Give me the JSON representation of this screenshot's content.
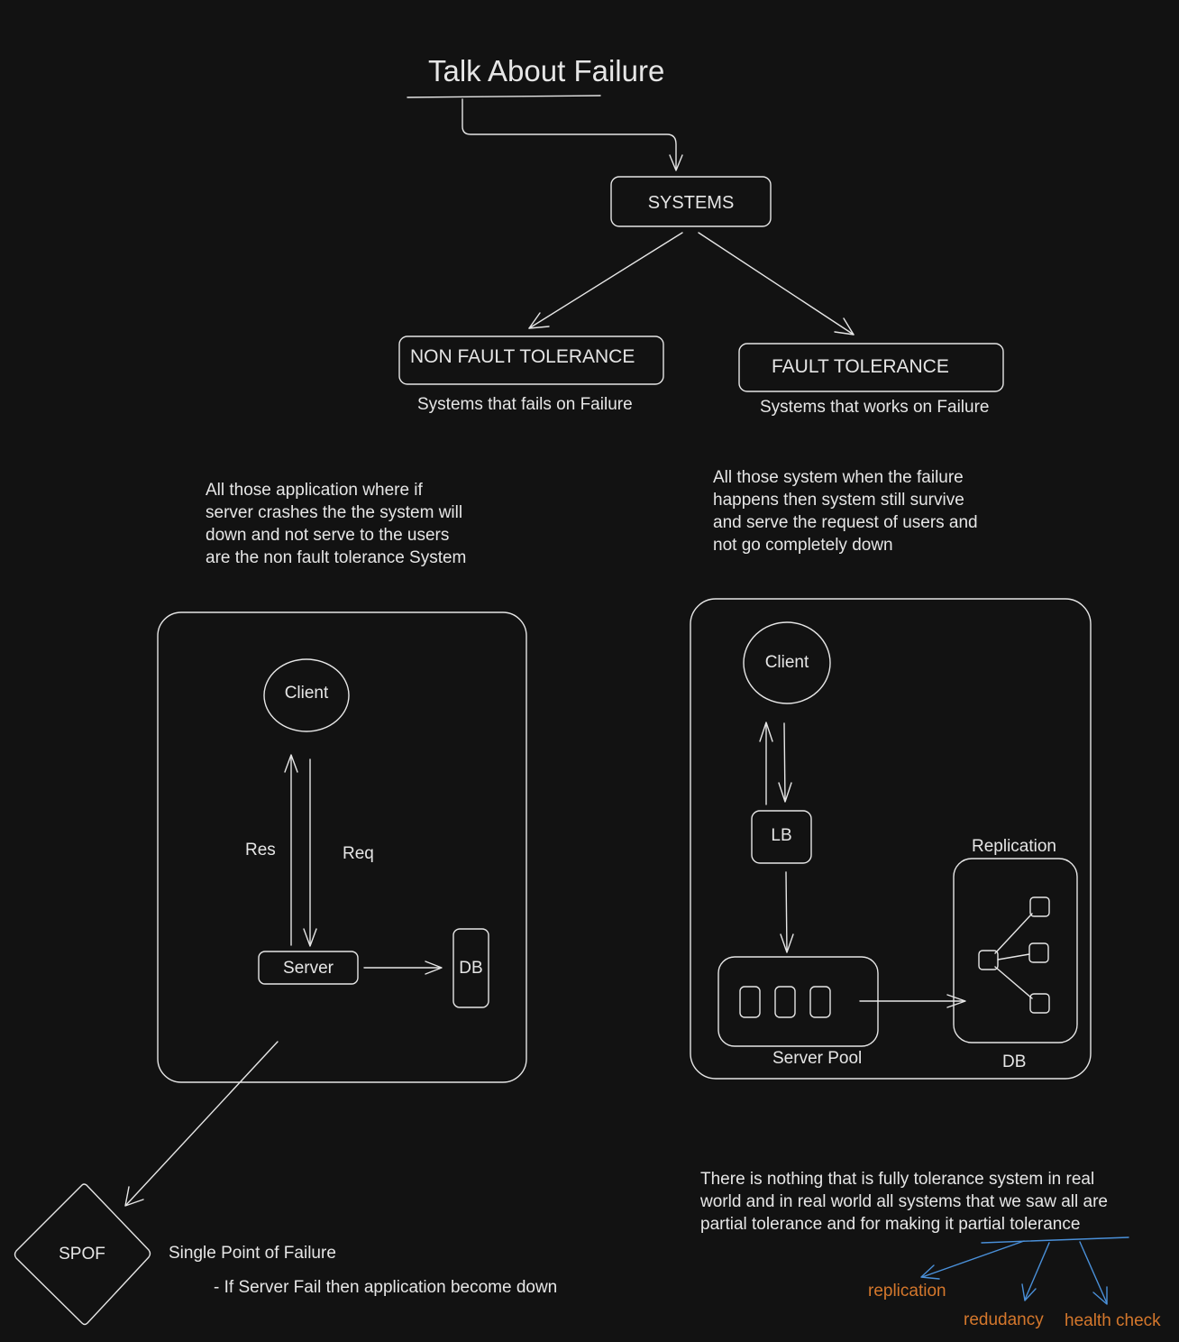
{
  "title": "Talk About Failure",
  "systems": "SYSTEMS",
  "non_fault": {
    "label": "NON FAULT TOLERANCE",
    "caption": "Systems that fails on Failure",
    "description": [
      "All those application where if",
      "server crashes the the system will",
      "down and not serve to the users",
      "are the non fault tolerance System"
    ],
    "client": "Client",
    "res": "Res",
    "req": "Req",
    "server": "Server",
    "db": "DB"
  },
  "fault": {
    "label": "FAULT TOLERANCE",
    "caption": "Systems that works on Failure",
    "description": [
      "All those system when the failure",
      "happens then system still survive",
      "and serve the request of users and",
      "not go completely down"
    ],
    "client": "Client",
    "lb": "LB",
    "replication": "Replication",
    "server_pool": "Server Pool",
    "db": "DB"
  },
  "spof": {
    "label": "SPOF",
    "title": "Single Point of Failure",
    "note": "- If Server Fail then application become down"
  },
  "partial": {
    "text": [
      "There is nothing that is fully tolerance system in real",
      "world and in real world all systems that we saw all are",
      "partial tolerance and for making it partial tolerance"
    ],
    "items": [
      "replication",
      "redudancy",
      "health check"
    ]
  },
  "colors": {
    "background": "#121212",
    "stroke": "#e6e6e6",
    "accent_blue": "#4a90d9",
    "accent_orange": "#d4772c"
  }
}
